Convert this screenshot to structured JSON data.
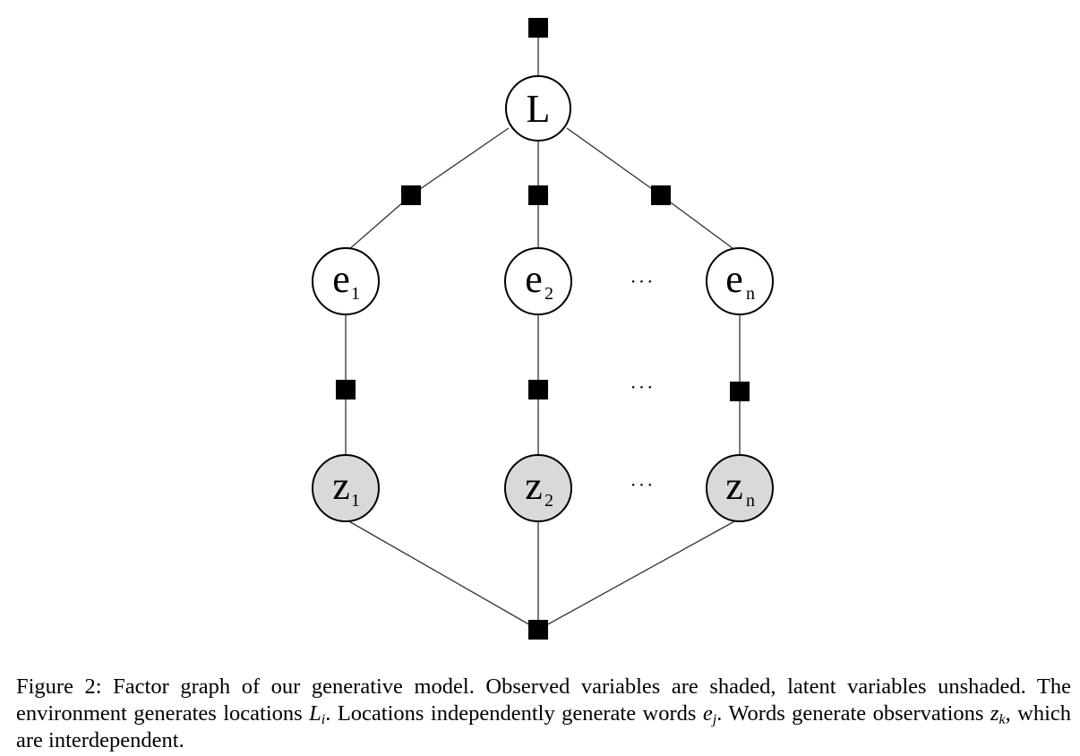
{
  "diagram": {
    "top_node": {
      "label": "L",
      "subscript": ""
    },
    "word_nodes": [
      {
        "label": "e",
        "subscript": "1"
      },
      {
        "label": "e",
        "subscript": "2"
      },
      {
        "label": "e",
        "subscript": "n"
      }
    ],
    "observation_nodes": [
      {
        "label": "z",
        "subscript": "1"
      },
      {
        "label": "z",
        "subscript": "2"
      },
      {
        "label": "z",
        "subscript": "n"
      }
    ],
    "ellipsis": "···",
    "colors": {
      "latent_fill": "#ffffff",
      "observed_fill": "#d9d9d9",
      "factor_fill": "#000000"
    }
  },
  "caption": {
    "prefix": "Figure 2:  Factor graph of our generative model.  Observed variables are shaded, latent variables unshaded.  The environment generates locations ",
    "var1": "L",
    "var1_sub": "i",
    "mid1": ".  Locations independently generate words ",
    "var2": "e",
    "var2_sub": "j",
    "mid2": ".  Words generate observations ",
    "var3": "z",
    "var3_sub": "k",
    "suffix": ", which are interdependent."
  }
}
